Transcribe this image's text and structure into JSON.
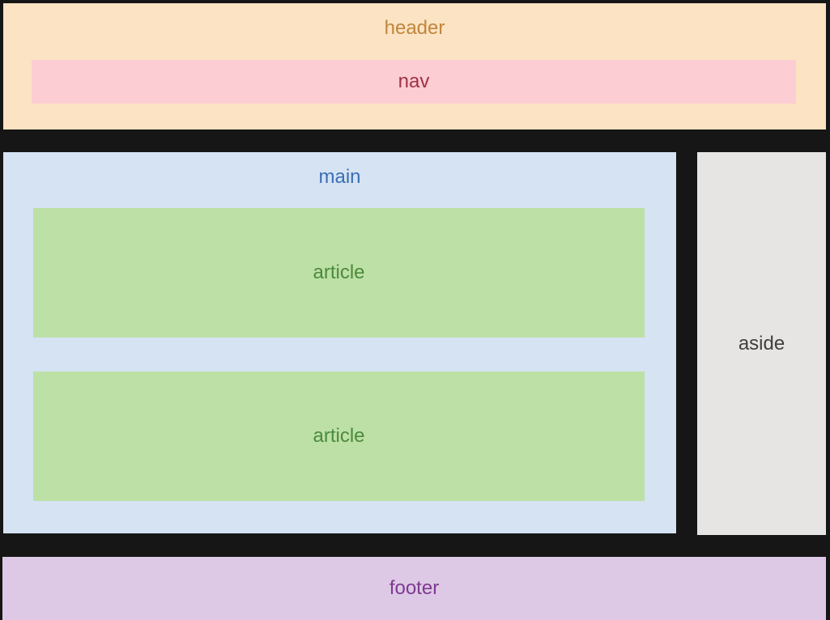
{
  "page": {
    "background_color": "#161616",
    "header": {
      "label": "header",
      "background": "#fbe3c3",
      "text_color": "#c0863c"
    },
    "nav": {
      "label": "nav",
      "background": "#fccdd3",
      "text_color": "#9e3347"
    },
    "main": {
      "label": "main",
      "background": "#d5e3f3",
      "text_color": "#3a6fb5"
    },
    "articles": [
      {
        "label": "article",
        "background": "#bce0a6",
        "text_color": "#4d8a3b"
      },
      {
        "label": "article",
        "background": "#bce0a6",
        "text_color": "#4d8a3b"
      }
    ],
    "aside": {
      "label": "aside",
      "background": "#e6e5e3",
      "text_color": "#3f3f3f"
    },
    "footer": {
      "label": "footer",
      "background": "#ddc9e5",
      "text_color": "#7e3a92"
    }
  }
}
